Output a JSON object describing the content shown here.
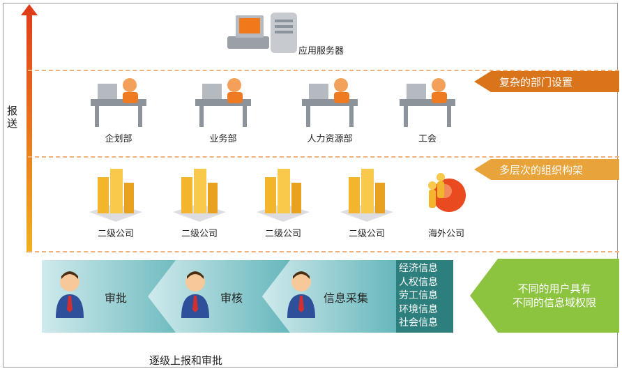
{
  "side_label": "报送",
  "server": {
    "label": "应用服务器"
  },
  "tags": {
    "departments": "复杂的部门设置",
    "organization": "多层次的组织构架",
    "permissions": [
      "不同的用户具有",
      "不同的信息域权限"
    ]
  },
  "departments": [
    {
      "label": "企划部"
    },
    {
      "label": "业务部"
    },
    {
      "label": "人力资源部"
    },
    {
      "label": "工会"
    }
  ],
  "companies": [
    {
      "label": "二级公司"
    },
    {
      "label": "二级公司"
    },
    {
      "label": "二级公司"
    },
    {
      "label": "二级公司"
    },
    {
      "label": "海外公司"
    }
  ],
  "process": [
    {
      "label": "审批"
    },
    {
      "label": "审核"
    },
    {
      "label": "信息采集"
    }
  ],
  "info_types": [
    "经济信息",
    "人权信息",
    "劳工信息",
    "环境信息",
    "社会信息"
  ],
  "footer": "逐级上报和审批",
  "colors": {
    "orange_tag": "#d9741a",
    "teal": "#2c7f7d",
    "green": "#8cc43f",
    "arrow_top": "#e03a1a",
    "arrow_bottom": "#f0b020"
  }
}
